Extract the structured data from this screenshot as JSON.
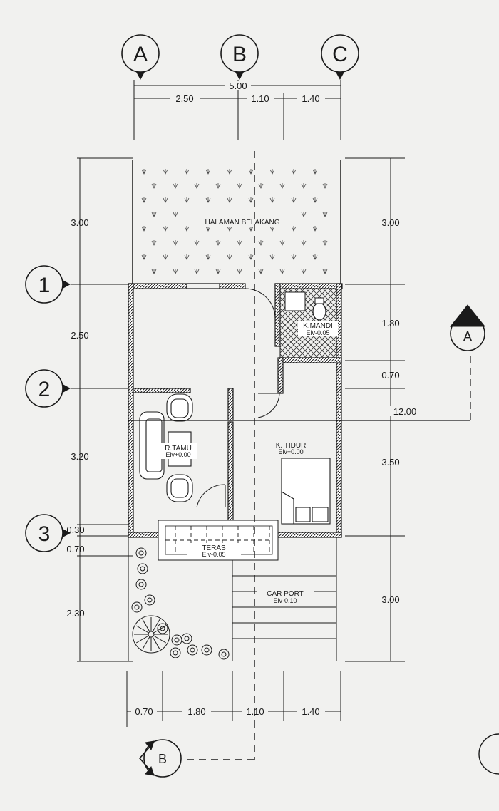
{
  "grid": {
    "columns": [
      "A",
      "B",
      "C"
    ],
    "rows": [
      "1",
      "2",
      "3"
    ]
  },
  "dimensions": {
    "top_total": "5.00",
    "top_segments": [
      "2.50",
      "1.10",
      "1.40"
    ],
    "bottom_segments": [
      "0.70",
      "1.80",
      "1.10",
      "1.40"
    ],
    "left": [
      "3.00",
      "2.50",
      "3.20",
      "0.30",
      "0.70",
      "2.30"
    ],
    "right": [
      "3.00",
      "1.80",
      "0.70",
      "3.50",
      "3.00"
    ],
    "section_total": "12.00"
  },
  "rooms": {
    "backyard": {
      "name": "HALAMAN BELAKANG"
    },
    "bathroom": {
      "name": "K.MANDI",
      "elevation": "Elv-0.05"
    },
    "living": {
      "name": "R.TAMU",
      "elevation": "Elv+0.00"
    },
    "bedroom": {
      "name": "K. TIDUR",
      "elevation": "Elv+0.00"
    },
    "terrace": {
      "name": "TERAS",
      "elevation": "Elv-0.05"
    },
    "carport": {
      "name": "CAR PORT",
      "elevation": "Elv-0.10"
    }
  },
  "sections": {
    "a": "A",
    "b": "B"
  }
}
